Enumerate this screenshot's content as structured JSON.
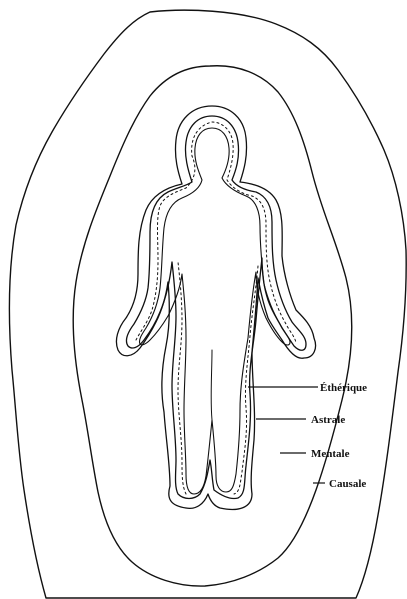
{
  "diagram": {
    "layers": [
      {
        "id": "etherique",
        "label": "Éthérique"
      },
      {
        "id": "astrale",
        "label": "Astrale"
      },
      {
        "id": "mentale",
        "label": "Mentale"
      },
      {
        "id": "causale",
        "label": "Causale"
      }
    ],
    "colors": {
      "stroke": "#111111",
      "background": "#ffffff"
    }
  }
}
